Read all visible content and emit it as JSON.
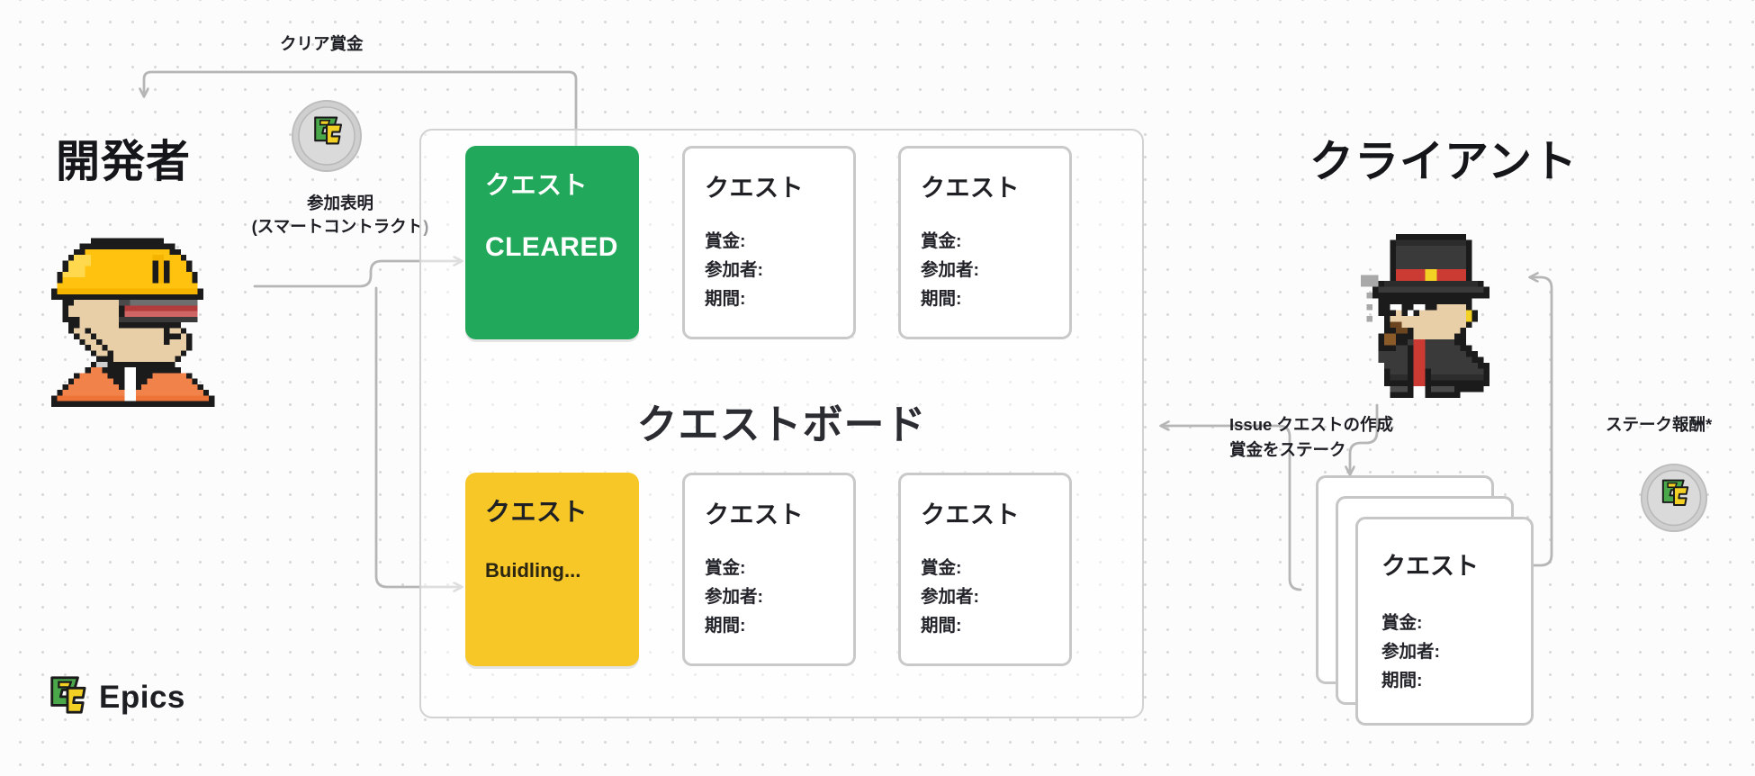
{
  "actors": {
    "developer": {
      "title": "開発者",
      "icon": "developer-pixel-avatar"
    },
    "client": {
      "title": "クライアント",
      "icon": "client-pixel-avatar"
    }
  },
  "wire_labels": {
    "clear_reward": "クリア賞金",
    "join_declaration_line1": "参加表明",
    "join_declaration_line2": "(スマートコントラクト)",
    "create_quest_line1": "Issue クエストの作成",
    "create_quest_line2": "賞金をステーク",
    "stake_reward": "ステーク報酬*"
  },
  "quest_board": {
    "title": "クエストボード",
    "cards": [
      {
        "title": "クエスト",
        "status": "CLEARED",
        "variant": "green"
      },
      {
        "title": "クエスト",
        "fields": [
          "賞金:",
          "参加者:",
          "期間:"
        ],
        "variant": "plain"
      },
      {
        "title": "クエスト",
        "fields": [
          "賞金:",
          "参加者:",
          "期間:"
        ],
        "variant": "plain"
      },
      {
        "title": "クエスト",
        "status": "Buidling...",
        "variant": "yellow"
      },
      {
        "title": "クエスト",
        "fields": [
          "賞金:",
          "参加者:",
          "期間:"
        ],
        "variant": "plain"
      },
      {
        "title": "クエスト",
        "fields": [
          "賞金:",
          "参加者:",
          "期間:"
        ],
        "variant": "plain"
      }
    ]
  },
  "client_quest_stack": {
    "title": "クエスト",
    "fields": [
      "賞金:",
      "参加者:",
      "期間:"
    ],
    "depth": 3
  },
  "coins": [
    {
      "name": "reward-coin-left",
      "symbol": "PE"
    },
    {
      "name": "reward-coin-right",
      "symbol": "PE"
    }
  ],
  "brand": {
    "name": "Epics",
    "icon": "epics-logo-icon"
  },
  "colors": {
    "green": "#21a85a",
    "yellow": "#f7c728",
    "wire": "#b6b6b6",
    "ink": "#1e2024",
    "board_border": "#d2d2d2",
    "card_border": "#c9c9c9",
    "background": "#fcfcfc",
    "dot": "#d8d8d8"
  }
}
